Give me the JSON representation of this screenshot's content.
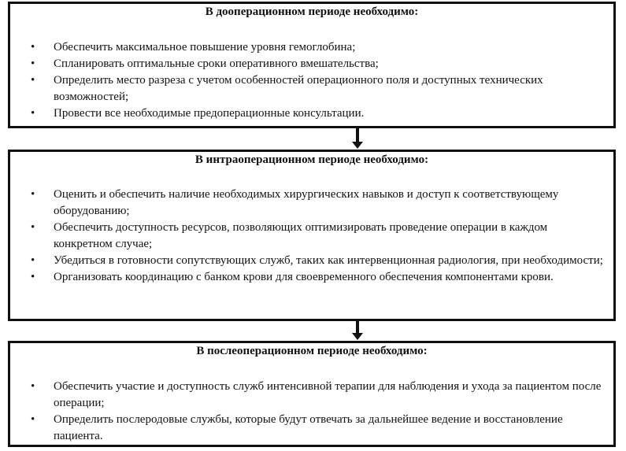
{
  "sections": [
    {
      "title": "В дооперационном периоде необходимо:",
      "items": [
        "Обеспечить максимальное повышение уровня гемоглобина;",
        "Спланировать оптимальные сроки оперативного вмешательства;",
        "Определить место разреза с учетом особенностей операционного поля и доступных технических возможностей;",
        "Провести все необходимые предоперационные консультации."
      ]
    },
    {
      "title": "В интраоперационном периоде необходимо:",
      "items": [
        "Оценить и обеспечить наличие необходимых хирургических навыков и доступ к соответствующему оборудованию;",
        "Обеспечить доступность ресурсов, позволяющих оптимизировать проведение операции в каждом конкретном случае;",
        "Убедиться в готовности сопутствующих служб, таких как интервенционная радиология, при необходимости;",
        "Организовать координацию с банком крови для своевременного обеспечения компонентами крови."
      ]
    },
    {
      "title": "В послеоперационном периоде необходимо:",
      "items": [
        "Обеспечить участие и доступность служб интенсивной терапии для наблюдения и ухода за пациентом после операции;",
        "Определить послеродовые службы, которые будут отвечать за дальнейшее ведение и восстановление пациента."
      ]
    }
  ]
}
